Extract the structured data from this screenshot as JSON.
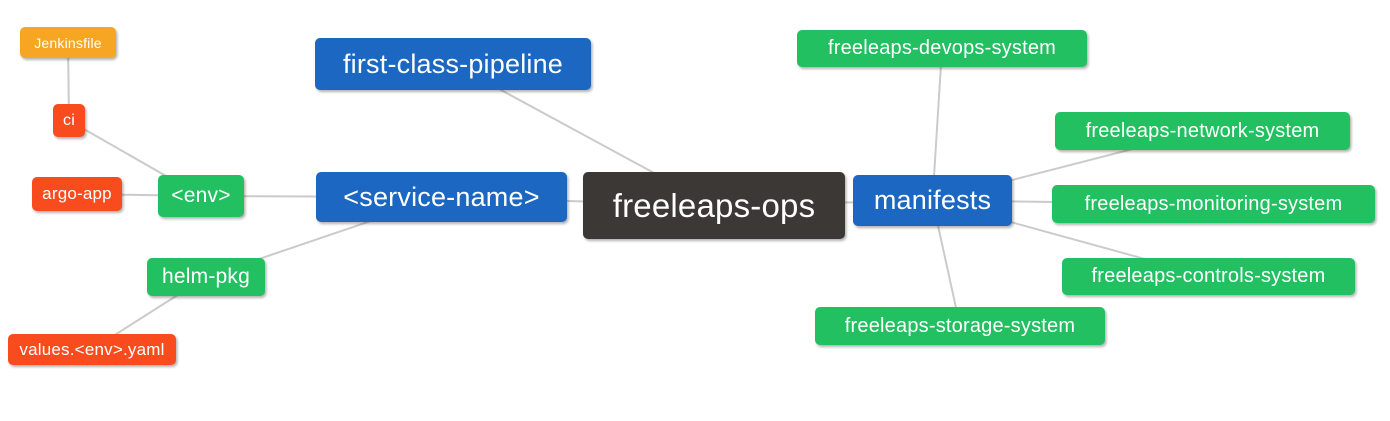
{
  "palette": {
    "blue": "#1B67C1",
    "green": "#22C061",
    "red": "#F84C1E",
    "orange": "#F6A623",
    "dark": "#3C3835",
    "edge": "#CBCBCB",
    "node_text": "#FFFFFF",
    "background": "#FFFFFF"
  },
  "nodes": [
    {
      "id": "jenkinsfile",
      "label": "Jenkinsfile",
      "color": "orange"
    },
    {
      "id": "ci",
      "label": "ci",
      "color": "red"
    },
    {
      "id": "argo-app",
      "label": "argo-app",
      "color": "red"
    },
    {
      "id": "env",
      "label": "<env>",
      "color": "green"
    },
    {
      "id": "helm-pkg",
      "label": "helm-pkg",
      "color": "green"
    },
    {
      "id": "values-env-yaml",
      "label": "values.<env>.yaml",
      "color": "red"
    },
    {
      "id": "first-class-pipeline",
      "label": "first-class-pipeline",
      "color": "blue"
    },
    {
      "id": "service-name",
      "label": "<service-name>",
      "color": "blue"
    },
    {
      "id": "freeleaps-ops",
      "label": "freeleaps-ops",
      "color": "dark"
    },
    {
      "id": "manifests",
      "label": "manifests",
      "color": "blue"
    },
    {
      "id": "freeleaps-devops-system",
      "label": "freeleaps-devops-system",
      "color": "green"
    },
    {
      "id": "freeleaps-network-system",
      "label": "freeleaps-network-system",
      "color": "green"
    },
    {
      "id": "freeleaps-monitoring-system",
      "label": "freeleaps-monitoring-system",
      "color": "green"
    },
    {
      "id": "freeleaps-controls-system",
      "label": "freeleaps-controls-system",
      "color": "green"
    },
    {
      "id": "freeleaps-storage-system",
      "label": "freeleaps-storage-system",
      "color": "green"
    }
  ],
  "edges": [
    [
      "jenkinsfile",
      "ci"
    ],
    [
      "ci",
      "env"
    ],
    [
      "argo-app",
      "env"
    ],
    [
      "env",
      "service-name"
    ],
    [
      "helm-pkg",
      "service-name"
    ],
    [
      "values-env-yaml",
      "helm-pkg"
    ],
    [
      "first-class-pipeline",
      "freeleaps-ops"
    ],
    [
      "service-name",
      "freeleaps-ops"
    ],
    [
      "freeleaps-ops",
      "manifests"
    ],
    [
      "manifests",
      "freeleaps-devops-system"
    ],
    [
      "manifests",
      "freeleaps-network-system"
    ],
    [
      "manifests",
      "freeleaps-monitoring-system"
    ],
    [
      "manifests",
      "freeleaps-controls-system"
    ],
    [
      "manifests",
      "freeleaps-storage-system"
    ]
  ]
}
